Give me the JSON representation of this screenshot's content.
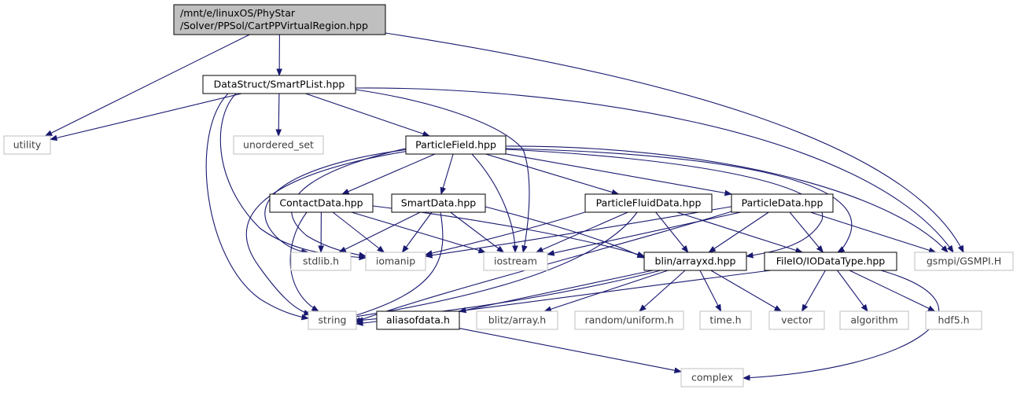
{
  "colors": {
    "edge": "#191970",
    "node_border_doc": "#000000",
    "node_border_ext": "#bfbfbf",
    "root_fill": "#bfbfbf",
    "text_doc": "#000000",
    "text_ext": "#3f3f3f"
  },
  "nodes": [
    {
      "id": "root",
      "lines": [
        "/mnt/e/linuxOS/PhyStar",
        "/Solver/PPSol/CartPPVirtualRegion.hpp"
      ],
      "kind": "root"
    },
    {
      "id": "smartplist",
      "lines": [
        "DataStruct/SmartPList.hpp"
      ],
      "kind": "doc"
    },
    {
      "id": "utility",
      "lines": [
        "utility"
      ],
      "kind": "ext"
    },
    {
      "id": "unordered_set",
      "lines": [
        "unordered_set"
      ],
      "kind": "ext"
    },
    {
      "id": "particlefield",
      "lines": [
        "ParticleField.hpp"
      ],
      "kind": "doc"
    },
    {
      "id": "contactdata",
      "lines": [
        "ContactData.hpp"
      ],
      "kind": "doc"
    },
    {
      "id": "smartdata",
      "lines": [
        "SmartData.hpp"
      ],
      "kind": "doc"
    },
    {
      "id": "particlefluiddata",
      "lines": [
        "ParticleFluidData.hpp"
      ],
      "kind": "doc"
    },
    {
      "id": "particledata",
      "lines": [
        "ParticleData.hpp"
      ],
      "kind": "doc"
    },
    {
      "id": "stdlib",
      "lines": [
        "stdlib.h"
      ],
      "kind": "ext"
    },
    {
      "id": "iomanip",
      "lines": [
        "iomanip"
      ],
      "kind": "ext"
    },
    {
      "id": "iostream",
      "lines": [
        "iostream"
      ],
      "kind": "ext"
    },
    {
      "id": "arrayxd",
      "lines": [
        "blin/arrayxd.hpp"
      ],
      "kind": "doc"
    },
    {
      "id": "iodatatype",
      "lines": [
        "FileIO/IODataType.hpp"
      ],
      "kind": "doc"
    },
    {
      "id": "gsmpi",
      "lines": [
        "gsmpi/GSMPI.H"
      ],
      "kind": "ext"
    },
    {
      "id": "string",
      "lines": [
        "string"
      ],
      "kind": "ext"
    },
    {
      "id": "aliasofdata",
      "lines": [
        "aliasofdata.h"
      ],
      "kind": "doc"
    },
    {
      "id": "blitzarray",
      "lines": [
        "blitz/array.h"
      ],
      "kind": "ext"
    },
    {
      "id": "randomuniform",
      "lines": [
        "random/uniform.h"
      ],
      "kind": "ext"
    },
    {
      "id": "timeh",
      "lines": [
        "time.h"
      ],
      "kind": "ext"
    },
    {
      "id": "vector",
      "lines": [
        "vector"
      ],
      "kind": "ext"
    },
    {
      "id": "algorithm",
      "lines": [
        "algorithm"
      ],
      "kind": "ext"
    },
    {
      "id": "hdf5",
      "lines": [
        "hdf5.h"
      ],
      "kind": "ext"
    },
    {
      "id": "complex",
      "lines": [
        "complex"
      ],
      "kind": "ext"
    }
  ],
  "edges": [
    [
      "root",
      "smartplist"
    ],
    [
      "root",
      "utility"
    ],
    [
      "root",
      "gsmpi"
    ],
    [
      "smartplist",
      "utility"
    ],
    [
      "smartplist",
      "unordered_set"
    ],
    [
      "smartplist",
      "particlefield"
    ],
    [
      "smartplist",
      "iostream"
    ],
    [
      "smartplist",
      "gsmpi"
    ],
    [
      "smartplist",
      "iomanip"
    ],
    [
      "smartplist",
      "string"
    ],
    [
      "particlefield",
      "contactdata"
    ],
    [
      "particlefield",
      "smartdata"
    ],
    [
      "particlefield",
      "particlefluiddata"
    ],
    [
      "particlefield",
      "particledata"
    ],
    [
      "particlefield",
      "stdlib"
    ],
    [
      "particlefield",
      "iomanip"
    ],
    [
      "particlefield",
      "iostream"
    ],
    [
      "particlefield",
      "string"
    ],
    [
      "particlefield",
      "arrayxd"
    ],
    [
      "particlefield",
      "iodatatype"
    ],
    [
      "particlefield",
      "gsmpi"
    ],
    [
      "contactdata",
      "stdlib"
    ],
    [
      "contactdata",
      "iomanip"
    ],
    [
      "contactdata",
      "iostream"
    ],
    [
      "contactdata",
      "arrayxd"
    ],
    [
      "contactdata",
      "string"
    ],
    [
      "smartdata",
      "stdlib"
    ],
    [
      "smartdata",
      "iomanip"
    ],
    [
      "smartdata",
      "iostream"
    ],
    [
      "smartdata",
      "arrayxd"
    ],
    [
      "smartdata",
      "string"
    ],
    [
      "particlefluiddata",
      "iomanip"
    ],
    [
      "particlefluiddata",
      "iostream"
    ],
    [
      "particlefluiddata",
      "arrayxd"
    ],
    [
      "particlefluiddata",
      "iodatatype"
    ],
    [
      "particlefluiddata",
      "string"
    ],
    [
      "particledata",
      "iomanip"
    ],
    [
      "particledata",
      "iostream"
    ],
    [
      "particledata",
      "arrayxd"
    ],
    [
      "particledata",
      "iodatatype"
    ],
    [
      "particledata",
      "gsmpi"
    ],
    [
      "particledata",
      "string"
    ],
    [
      "arrayxd",
      "string"
    ],
    [
      "arrayxd",
      "aliasofdata"
    ],
    [
      "arrayxd",
      "blitzarray"
    ],
    [
      "arrayxd",
      "randomuniform"
    ],
    [
      "arrayxd",
      "timeh"
    ],
    [
      "arrayxd",
      "vector"
    ],
    [
      "iodatatype",
      "string"
    ],
    [
      "iodatatype",
      "vector"
    ],
    [
      "iodatatype",
      "algorithm"
    ],
    [
      "iodatatype",
      "hdf5"
    ],
    [
      "iodatatype",
      "complex"
    ],
    [
      "aliasofdata",
      "complex"
    ]
  ]
}
